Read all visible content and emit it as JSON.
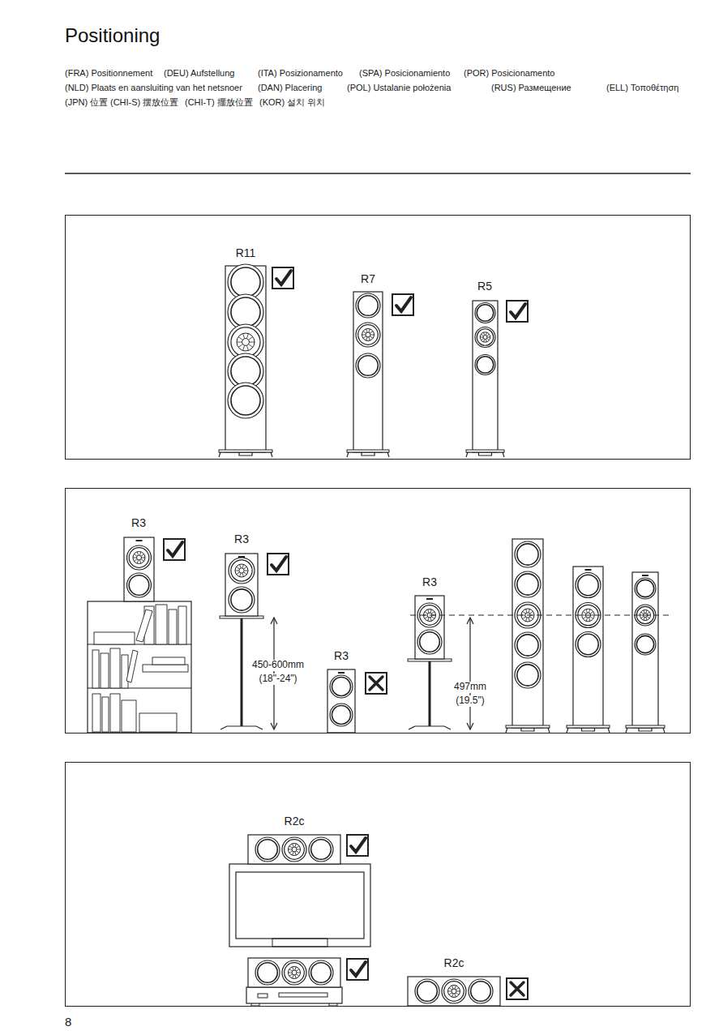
{
  "diagram": {
    "title": "Positioning",
    "labels": [
      "(FRA) Positionnement",
      "(DEU) Aufstellung",
      "(ITA) Posizionamento",
      "(SPA) Posicionamiento",
      "(POR) Posicionamento",
      "(NLD) Plaats en aansluiting van het netsnoer",
      "(DAN) Placering",
      "(POL) Ustalanie położenia",
      "(RUS) Размещение",
      "(ELL) Τοποθέτηση",
      "(JPN) 位置",
      "(CHI-S) 摆放位置",
      "(CHI-T) 擺放位置",
      "(KOR) 설치 위치",
      "R11",
      "R7",
      "R5",
      "R3",
      "R3",
      "R3",
      "R3",
      "450-600mm",
      "(18\"-24\")",
      "497mm",
      "(19.5\")",
      "R2c",
      "R2c",
      "8"
    ]
  }
}
